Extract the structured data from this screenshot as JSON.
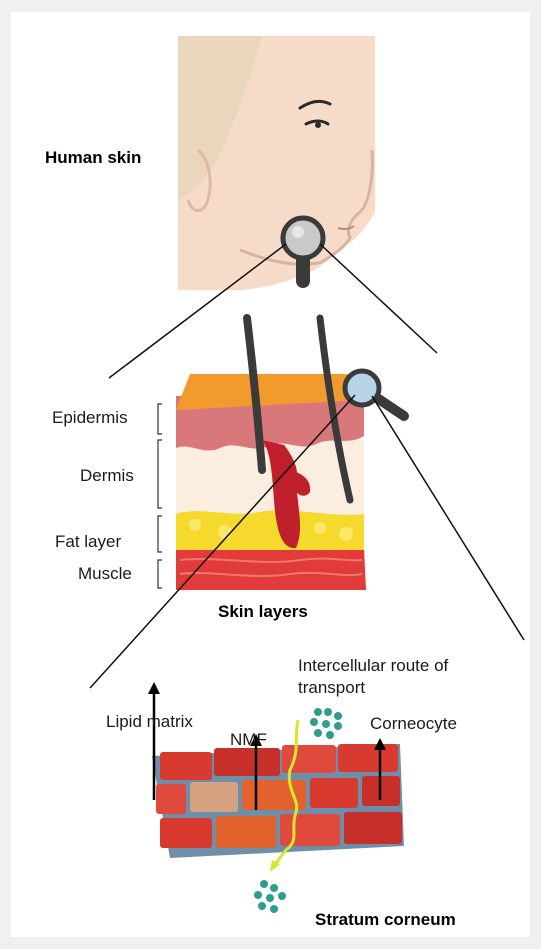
{
  "labels": {
    "human_skin": "Human skin",
    "epidermis": "Epidermis",
    "dermis": "Dermis",
    "fat_layer": "Fat layer",
    "muscle": "Muscle",
    "skin_layers": "Skin layers",
    "intercellular_line1": "Intercellular route of",
    "intercellular_line2": "transport",
    "lipid_matrix": "Lipid matrix",
    "nmf": "NMF",
    "corneocyte": "Corneocyte",
    "stratum_corneum": "Stratum corneum"
  },
  "colors": {
    "skin": "#f6dcc8",
    "epidermis_top": "#f29a2e",
    "epidermis_pink": "#d9787a",
    "dermis": "#fbeee0",
    "fat": "#f5d92c",
    "muscle": "#e23b3b",
    "hair": "#3a3a3a",
    "follicle": "#c0202c",
    "brick": "#d83a2f",
    "mortar": "#6f8fa8",
    "route": "#d6e62c",
    "dots": "#2e9e8a"
  },
  "icons": [
    "magnifier-icon",
    "magnifier-icon",
    "arrow-up-icon"
  ]
}
